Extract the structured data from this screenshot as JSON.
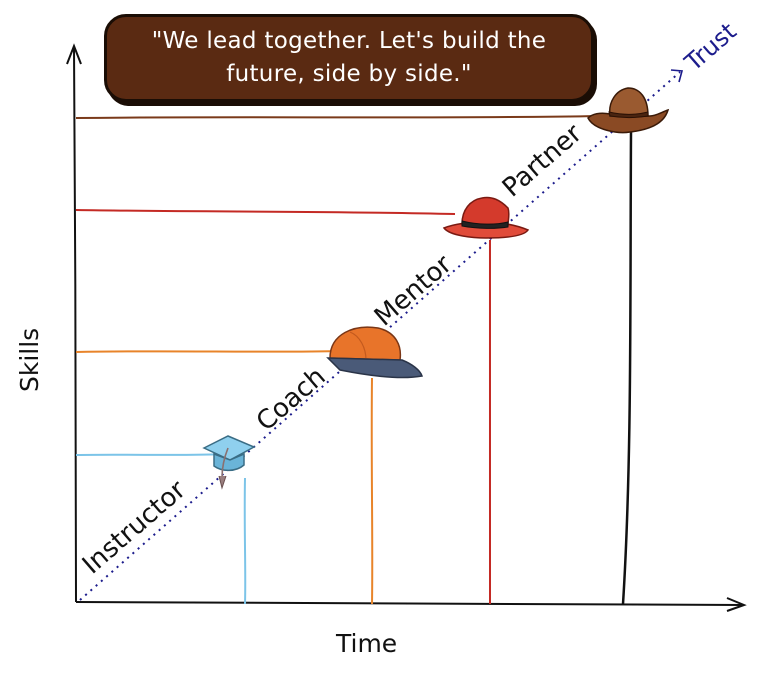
{
  "quote": "\"We lead together. Let's build the future, side by side.\"",
  "axes": {
    "x_label": "Time",
    "y_label": "Skills",
    "diagonal_label": "Trust"
  },
  "stages": [
    {
      "label": "Instructor",
      "hat": "graduation-cap",
      "color": "#7cc4e8"
    },
    {
      "label": "Coach",
      "hat": "baseball-cap",
      "color": "#e8842a"
    },
    {
      "label": "Mentor",
      "hat": "fedora",
      "color": "#c42a24"
    },
    {
      "label": "Partner",
      "hat": "cowboy-hat",
      "color": "#7a3a1a"
    }
  ],
  "colors": {
    "trust_line": "#1c1c8c",
    "axis": "#111111",
    "quote_box": "#5a2a12"
  }
}
